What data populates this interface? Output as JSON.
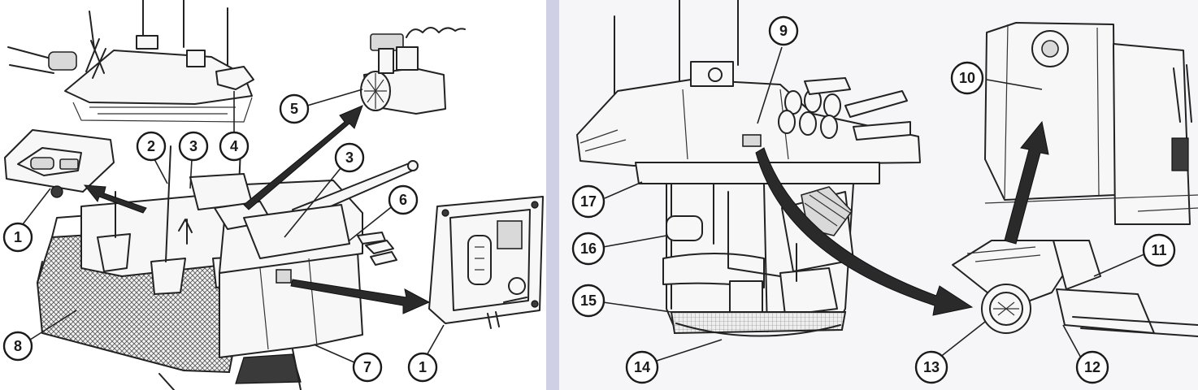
{
  "panels": [
    {
      "name": "left",
      "callouts": [
        {
          "id": "c1a",
          "number": "1"
        },
        {
          "id": "c2",
          "number": "2"
        },
        {
          "id": "c3a",
          "number": "3"
        },
        {
          "id": "c3b",
          "number": "3"
        },
        {
          "id": "c4",
          "number": "4"
        },
        {
          "id": "c5",
          "number": "5"
        },
        {
          "id": "c6",
          "number": "6"
        },
        {
          "id": "c7",
          "number": "7"
        },
        {
          "id": "c8",
          "number": "8"
        },
        {
          "id": "c1b",
          "number": "1"
        }
      ]
    },
    {
      "name": "right",
      "callouts": [
        {
          "id": "c9",
          "number": "9"
        },
        {
          "id": "c10",
          "number": "10"
        },
        {
          "id": "c11",
          "number": "11"
        },
        {
          "id": "c12",
          "number": "12"
        },
        {
          "id": "c13",
          "number": "13"
        },
        {
          "id": "c14",
          "number": "14"
        },
        {
          "id": "c15",
          "number": "15"
        },
        {
          "id": "c16",
          "number": "16"
        },
        {
          "id": "c17",
          "number": "17"
        }
      ]
    }
  ],
  "colors": {
    "paper_left": "#ffffff",
    "paper_right": "#f4f4f8",
    "gutter": "#cfd0e6",
    "ink": "#222222"
  }
}
